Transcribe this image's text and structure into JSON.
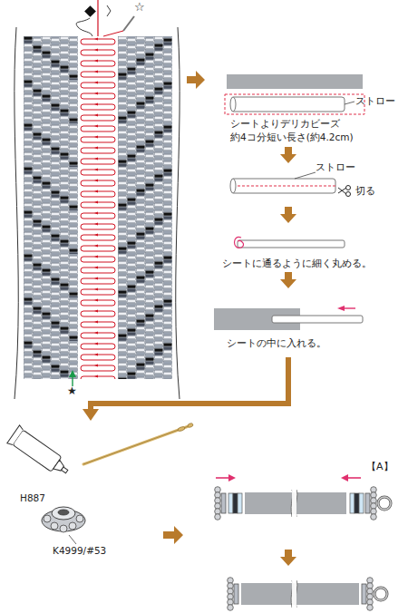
{
  "diagram": {
    "labels": [
      "☆",
      "★",
      "ストロー",
      "シートよりデリカビーズ 約4コ分短い長さ(約4.2cm)",
      "ストロー",
      "切る",
      "シートに通るように細く丸める。",
      "シートの中に入れる。",
      "H887",
      "K4999/#53",
      "【A】"
    ]
  }
}
